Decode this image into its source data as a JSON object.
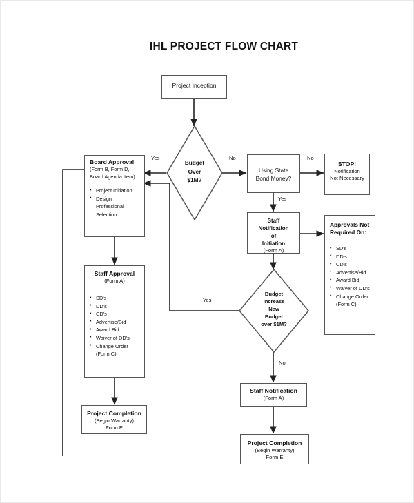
{
  "document": {
    "title": "IHL PROJECT FLOW CHART"
  },
  "nodes": {
    "project_inception": {
      "label": "Project Inception"
    },
    "budget_over_1m": {
      "line1": "Budget",
      "line2": "Over",
      "line3": "$1M?"
    },
    "using_state_bond": {
      "line1": "Using State",
      "line2": "Bond Money?"
    },
    "stop": {
      "header": "STOP!",
      "line1": "Notification",
      "line2": "Not Necessary"
    },
    "board_approval": {
      "header": "Board Approval",
      "sub1": "(Form B, Form D,",
      "sub2": "Board Agenda Item)",
      "items": [
        "Project Initiation",
        "Design",
        "Professional",
        "Selection"
      ]
    },
    "staff_notification_initiation": {
      "line1": "Staff Notification",
      "line2": "of",
      "line3": "Initiation",
      "line4": "(Form A)"
    },
    "approvals_not_required": {
      "header1": "Approvals Not",
      "header2": "Required On:",
      "items": [
        "SD's",
        "DD's",
        "CD's",
        "Advertise/Bid",
        "Award Bid",
        "Waiver of DD's",
        "Change Order",
        "(Form C)"
      ]
    },
    "staff_approval": {
      "header": "Staff Approval",
      "sub": "(Form A)",
      "items": [
        "SD's",
        "DD's",
        "CD's",
        "Advertise/Bid",
        "Award Bid",
        "Waiver of DD's",
        "Change Order",
        "(Form C)"
      ]
    },
    "budget_increase": {
      "line1": "Budget",
      "line2": "Increase",
      "line3": "New",
      "line4": "Budget",
      "line5": "over $1M?"
    },
    "staff_notification": {
      "header": "Staff Notification",
      "sub": "(Form A)"
    },
    "project_completion_left": {
      "header": "Project Completion",
      "sub1": "(Begin Warranty)",
      "sub2": "Form E"
    },
    "project_completion_bottom": {
      "header": "Project Completion",
      "sub1": "(Begin Warranty)",
      "sub2": "Form E"
    }
  },
  "edge_labels": {
    "budget_yes": "Yes",
    "budget_no": "No",
    "bond_no": "No",
    "bond_yes": "Yes",
    "increase_yes": "Yes",
    "increase_no": "No"
  },
  "colors": {
    "stroke": "#555555",
    "line": "#222222",
    "text": "#111111",
    "background": "#ffffff"
  }
}
